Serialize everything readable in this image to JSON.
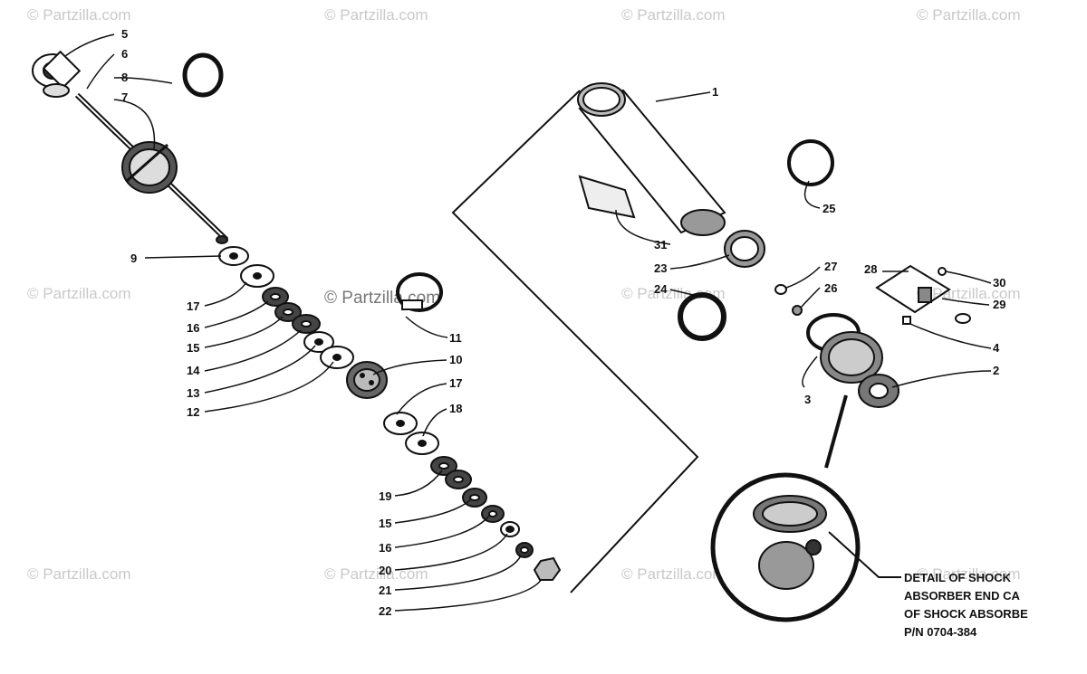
{
  "watermark": "© Partzilla.com",
  "callouts": [
    "1",
    "2",
    "3",
    "4",
    "5",
    "6",
    "7",
    "8",
    "9",
    "10",
    "11",
    "12",
    "13",
    "14",
    "15",
    "15",
    "16",
    "16",
    "17",
    "17",
    "18",
    "19",
    "20",
    "21",
    "22",
    "23",
    "24",
    "25",
    "26",
    "27",
    "28",
    "29",
    "30",
    "31"
  ],
  "detail_text": {
    "line1": "DETAIL OF SHOCK",
    "line2": "ABSORBER END CA",
    "line3": "OF SHOCK ABSORBE",
    "line4": "P/N 0704-384"
  }
}
